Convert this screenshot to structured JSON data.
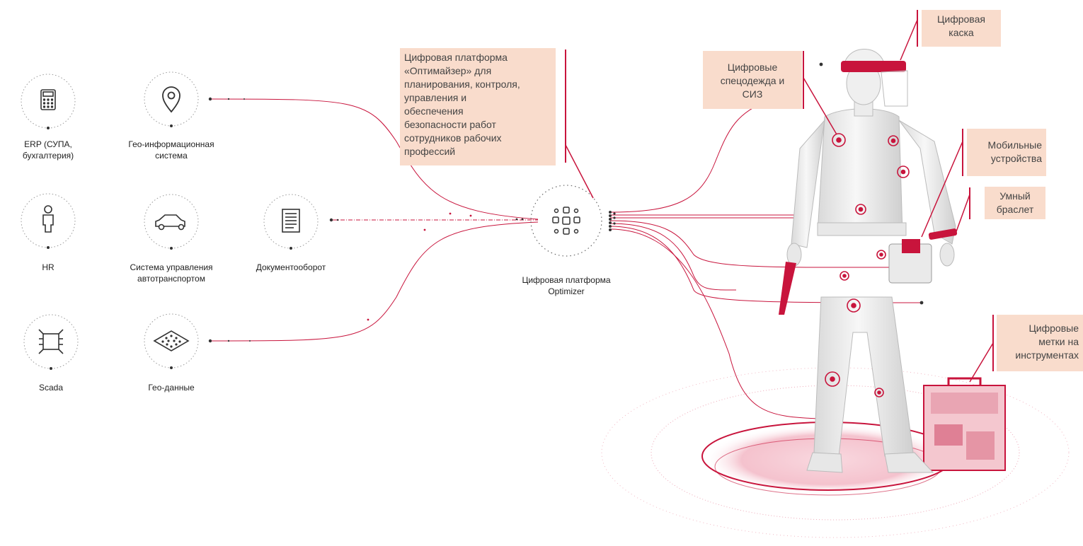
{
  "sources": [
    {
      "id": "erp",
      "label": "ERP (СУПА,\nбухгалтерия)",
      "icon": "calculator-icon"
    },
    {
      "id": "gis",
      "label": "Гео-информационная\nсистема",
      "icon": "map-pin-icon"
    },
    {
      "id": "hr",
      "label": "HR",
      "icon": "person-icon"
    },
    {
      "id": "fleet",
      "label": "Система управления\nавтотранспортом",
      "icon": "car-icon"
    },
    {
      "id": "docs",
      "label": "Документооборот",
      "icon": "document-icon"
    },
    {
      "id": "scada",
      "label": "Scada",
      "icon": "chip-icon"
    },
    {
      "id": "geodata",
      "label": "Гео-данные",
      "icon": "terrain-grid-icon"
    }
  ],
  "hub": {
    "label": "Цифровая платформа\nOptimizer",
    "icon": "network-nodes-icon"
  },
  "callouts": {
    "platform": "Цифровая платформа\n«Оптимайзер» для\nпланирования, контроля,\nуправления и\nобеспечения\nбезопасности работ\nсотрудников рабочих\nпрофессий",
    "clothing": "Цифровые\nспецодежда и\nСИЗ",
    "helmet": "Цифровая\nкаска",
    "mobile": "Мобильные\nустройства",
    "bracelet": "Умный\nбраслет",
    "tags": "Цифровые\nметки на\nинструментах"
  },
  "colors": {
    "accent": "#c8143c",
    "callout_bg": "#f9dccc",
    "line": "#c8143c",
    "dots": "#222222"
  }
}
